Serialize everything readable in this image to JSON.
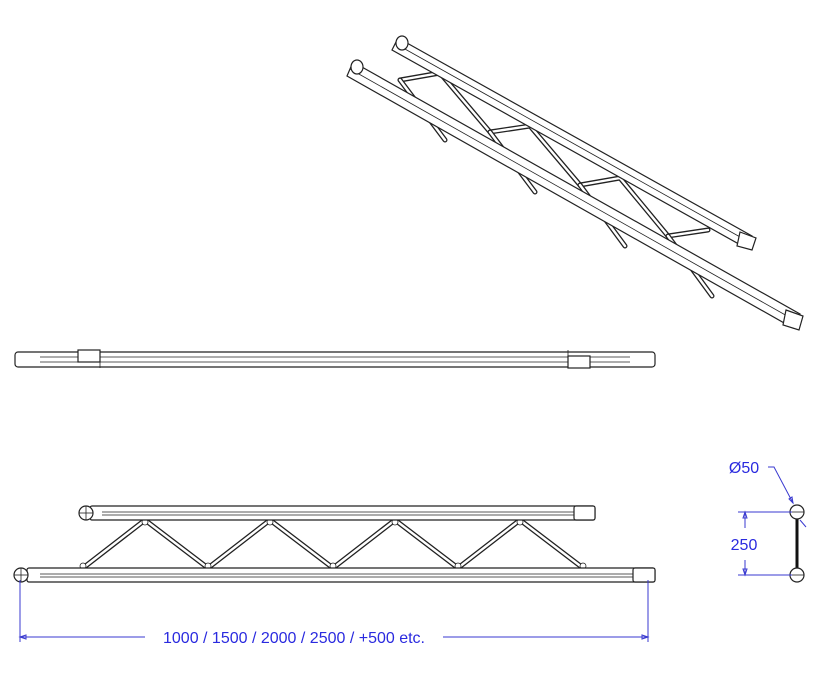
{
  "drawing": {
    "length_dimension": "1000 / 1500 / 2000 / 2500 / +500 etc.",
    "height_dimension": "250",
    "diameter_dimension": "Ø50",
    "dimension_color": "#2a2adf"
  }
}
